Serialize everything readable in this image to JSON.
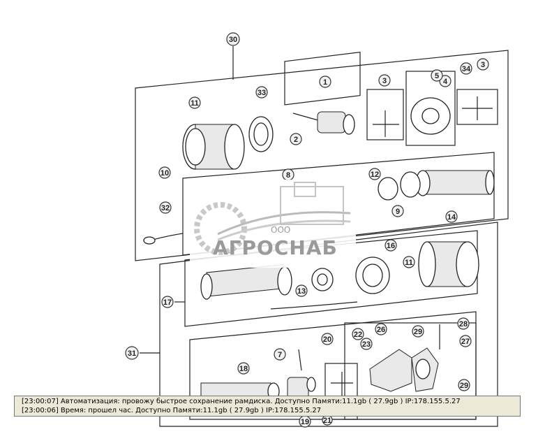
{
  "diagram": {
    "callouts": [
      "30",
      "31",
      "1",
      "2",
      "3",
      "3",
      "4",
      "5",
      "7",
      "8",
      "9",
      "10",
      "11",
      "11",
      "12",
      "13",
      "14",
      "16",
      "17",
      "18",
      "19",
      "20",
      "21",
      "22",
      "23",
      "26",
      "27",
      "28",
      "29",
      "29",
      "32",
      "33",
      "34"
    ]
  },
  "watermark": {
    "brand": "АГРОСНАБ",
    "prefix": "ООО"
  },
  "log": {
    "lines": [
      "[23:00:07]  Автоматизация: провожу быстрое сохранение рамдиска. Доступно Памяти:11.1gb  ( 27.9gb ) IP:178.155.5.27",
      "[23:00:06]  Время: прошел час. Доступно Памяти:11.1gb  ( 27.9gb ) IP:178.155.5.27"
    ]
  }
}
